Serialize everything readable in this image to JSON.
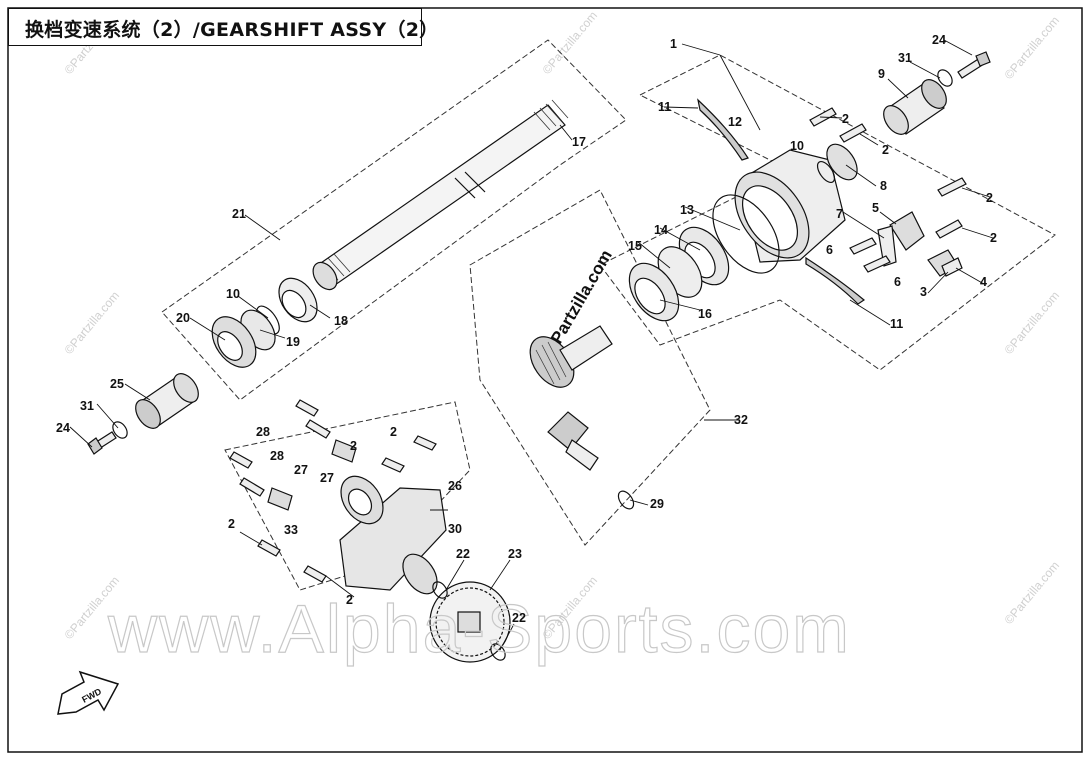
{
  "title": "换档变速系统（2）/GEARSHIFT ASSY（2）",
  "watermark": "www.Alpha-Sports.com",
  "small_watermark": "©Partzilla.com",
  "partzilla_stamp": "Partzilla.com",
  "fwd_label": "FWD",
  "callouts": {
    "c1": "1",
    "c2a": "2",
    "c2b": "2",
    "c2c": "2",
    "c2d": "2",
    "c2e": "2",
    "c2f": "2",
    "c2g": "2",
    "c2h": "2",
    "c3": "3",
    "c4": "4",
    "c5": "5",
    "c6a": "6",
    "c6b": "6",
    "c7": "7",
    "c8": "8",
    "c9": "9",
    "c10a": "10",
    "c10b": "10",
    "c11a": "11",
    "c11b": "11",
    "c12": "12",
    "c13": "13",
    "c14": "14",
    "c15": "15",
    "c16": "16",
    "c17": "17",
    "c18": "18",
    "c19": "19",
    "c20": "20",
    "c21": "21",
    "c22a": "22",
    "c22b": "22",
    "c23": "23",
    "c24a": "24",
    "c24b": "24",
    "c25": "25",
    "c26": "26",
    "c27a": "27",
    "c27b": "27",
    "c28a": "28",
    "c28b": "28",
    "c29": "29",
    "c30": "30",
    "c31a": "31",
    "c31b": "31",
    "c32": "32",
    "c33": "33"
  }
}
